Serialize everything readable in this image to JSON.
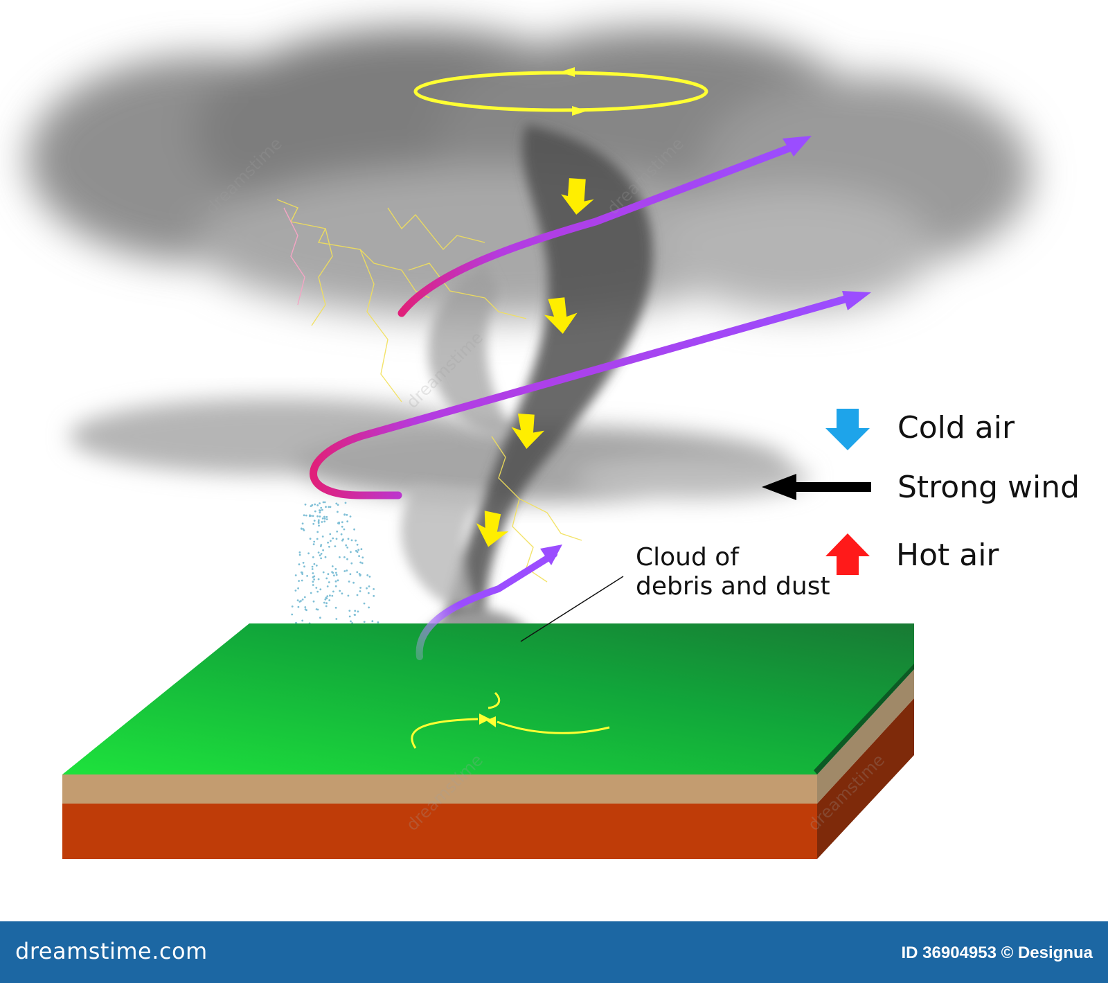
{
  "diagram": {
    "legend": {
      "cold_air": "Cold air",
      "strong_wind": "Strong wind",
      "hot_air": "Hot air"
    },
    "callout": {
      "line1": "Cloud of",
      "line2": "debris and dust"
    },
    "colors": {
      "cold_air_arrow": "#1ea4ea",
      "strong_wind_arrow": "#000000",
      "hot_air_arrow": "#ff1a1a",
      "downdraft_arrow": "#ffee00",
      "spiral_updraft": "#9b4dff",
      "spiral_warm_end": "#e0207a",
      "grass": "#11a63a",
      "topsoil": "#c29b6e",
      "subsoil": "#b5360a",
      "cloud": "#8c8c8c"
    }
  },
  "watermark": {
    "text": "dreamstime"
  },
  "footer": {
    "brand": "dreamstime.com",
    "credit": "ID 36904953 © Designua"
  }
}
